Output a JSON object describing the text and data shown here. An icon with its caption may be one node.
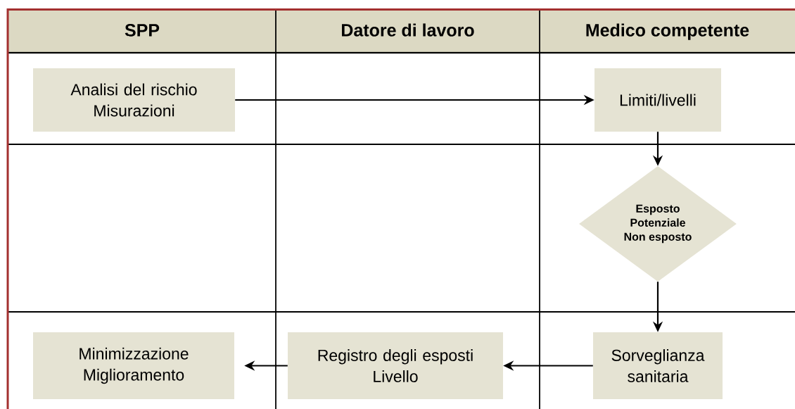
{
  "diagram": {
    "nodes": [
      {
        "text": [
          "SPP"
        ]
      },
      {
        "text": [
          "Datore di lavoro"
        ]
      },
      {
        "text": [
          "Medico competente"
        ]
      },
      {
        "text": [
          "Analisi del rischio",
          "Misurazioni"
        ]
      },
      {
        "text": [
          "Limiti/livelli"
        ]
      },
      {
        "text": [
          "Esposto",
          "Potenziale",
          "Non esposto"
        ]
      },
      {
        "text": [
          "Sorveglianza sanitaria"
        ]
      },
      {
        "text": [
          "Registro degli esposti",
          "Livello"
        ]
      },
      {
        "text": [
          "Minimizzazione",
          "Miglioramento"
        ]
      }
    ],
    "edges": [
      {
        "from": 3,
        "to": 4,
        "arrow": "to"
      },
      {
        "from": 4,
        "to": 5,
        "arrow": "to"
      },
      {
        "from": 5,
        "to": 6,
        "arrow": "to"
      },
      {
        "from": 6,
        "to": 7,
        "arrow": "to"
      },
      {
        "from": 7,
        "to": 8,
        "arrow": "to"
      }
    ]
  }
}
